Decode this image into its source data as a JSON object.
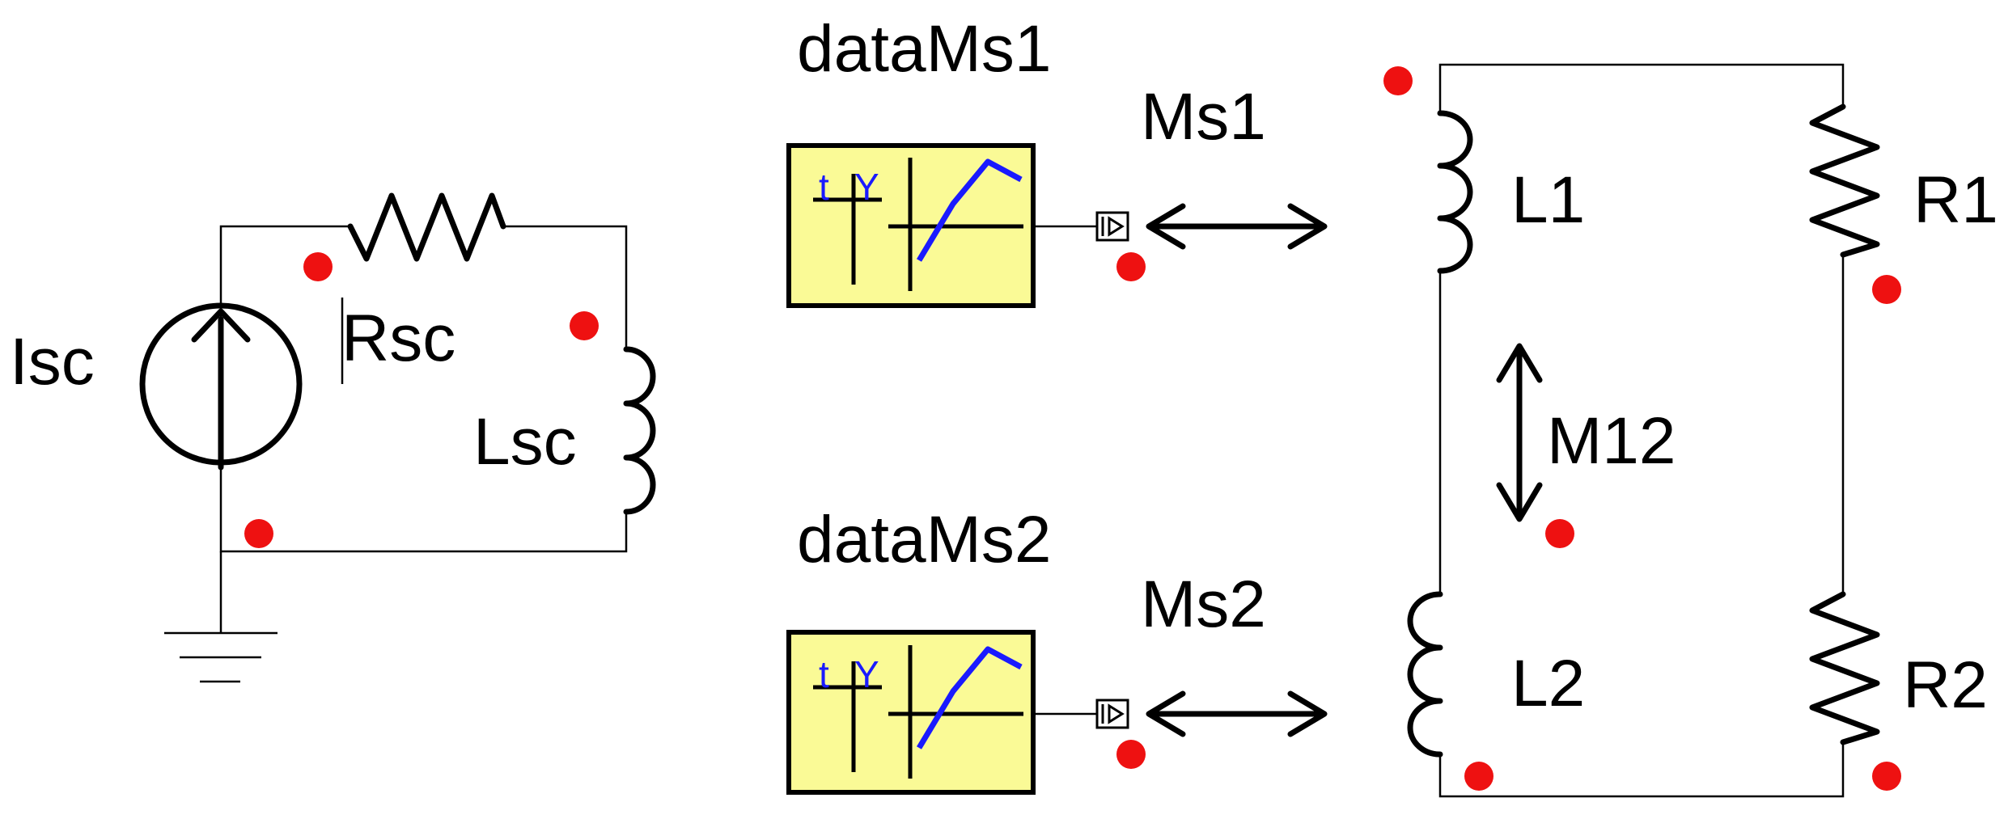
{
  "colors": {
    "background": "#ffffff",
    "wire": "#000000",
    "pin_dot": "#ee1111",
    "table_fill": "#fafa96",
    "table_curve": "#1a1aff"
  },
  "components": {
    "current_source": {
      "label": "Isc",
      "icon": "current-source-icon"
    },
    "resistor_rsc": {
      "label": "Rsc",
      "icon": "resistor-icon"
    },
    "inductor_lsc": {
      "label": "Lsc",
      "icon": "inductor-icon"
    },
    "inductor_l1": {
      "label": "L1",
      "icon": "inductor-icon"
    },
    "inductor_l2": {
      "label": "L2",
      "icon": "inductor-icon"
    },
    "resistor_r1": {
      "label": "R1",
      "icon": "resistor-icon"
    },
    "resistor_r2": {
      "label": "R2",
      "icon": "resistor-icon"
    },
    "mutual_m12": {
      "label": "M12",
      "icon": "double-arrow-icon"
    },
    "mutual_ms1": {
      "label": "Ms1",
      "icon": "double-arrow-icon"
    },
    "mutual_ms2": {
      "label": "Ms2",
      "icon": "double-arrow-icon"
    },
    "table_1": {
      "label": "dataMs1",
      "icon": "time-table-icon",
      "t_label": "t",
      "y_label": "Y"
    },
    "table_2": {
      "label": "dataMs2",
      "icon": "time-table-icon",
      "t_label": "t",
      "y_label": "Y"
    },
    "ground": {
      "icon": "ground-icon"
    }
  }
}
